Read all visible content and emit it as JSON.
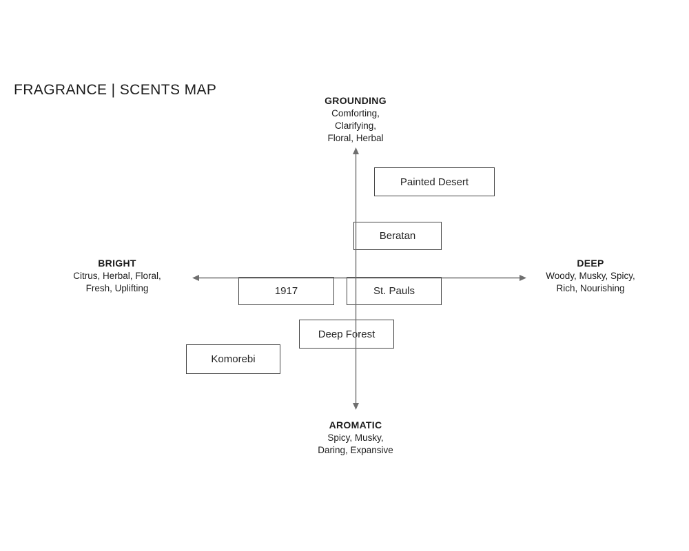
{
  "page": {
    "title": "FRAGRANCE | SCENTS MAP"
  },
  "axes": {
    "top": {
      "label": "GROUNDING",
      "descriptors": "Comforting,\nClarifying,\nFloral, Herbal"
    },
    "bottom": {
      "label": "AROMATIC",
      "descriptors": "Spicy, Musky,\nDaring, Expansive"
    },
    "left": {
      "label": "BRIGHT",
      "descriptors": "Citrus, Herbal, Floral,\nFresh, Uplifting"
    },
    "right": {
      "label": "DEEP",
      "descriptors": "Woody, Musky, Spicy,\nRich, Nourishing"
    }
  },
  "scents": [
    {
      "label": "Painted Desert",
      "position": "upper-right quadrant"
    },
    {
      "label": "Beratan",
      "position": "upper-center, on vertical axis"
    },
    {
      "label": "1917",
      "position": "left of center, on horizontal axis"
    },
    {
      "label": "St. Pauls",
      "position": "right of center, on horizontal axis"
    },
    {
      "label": "Deep Forest",
      "position": "lower-center, on vertical axis"
    },
    {
      "label": "Komorebi",
      "position": "lower-left quadrant"
    }
  ],
  "colors": {
    "background": "#ffffff",
    "axis_line": "#6f6f6f",
    "box_border": "#424242",
    "text": "#1c1c1c"
  }
}
